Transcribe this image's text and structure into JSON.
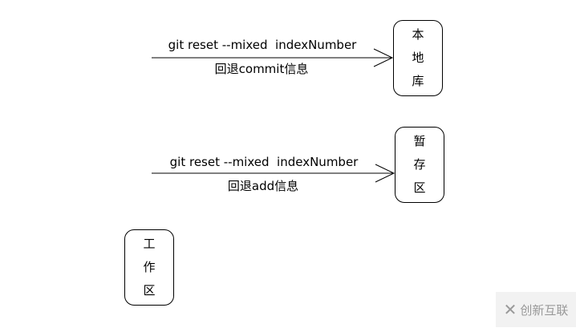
{
  "arrows": [
    {
      "command": "git reset --mixed  indexNumber",
      "note": "回退commit信息"
    },
    {
      "command": "git reset --mixed  indexNumber",
      "note": "回退add信息"
    }
  ],
  "boxes": [
    {
      "chars": [
        "本",
        "地",
        "库"
      ]
    },
    {
      "chars": [
        "暂",
        "存",
        "区"
      ]
    },
    {
      "chars": [
        "工",
        "作",
        "区"
      ]
    }
  ],
  "watermark": {
    "text": "创新互联"
  }
}
